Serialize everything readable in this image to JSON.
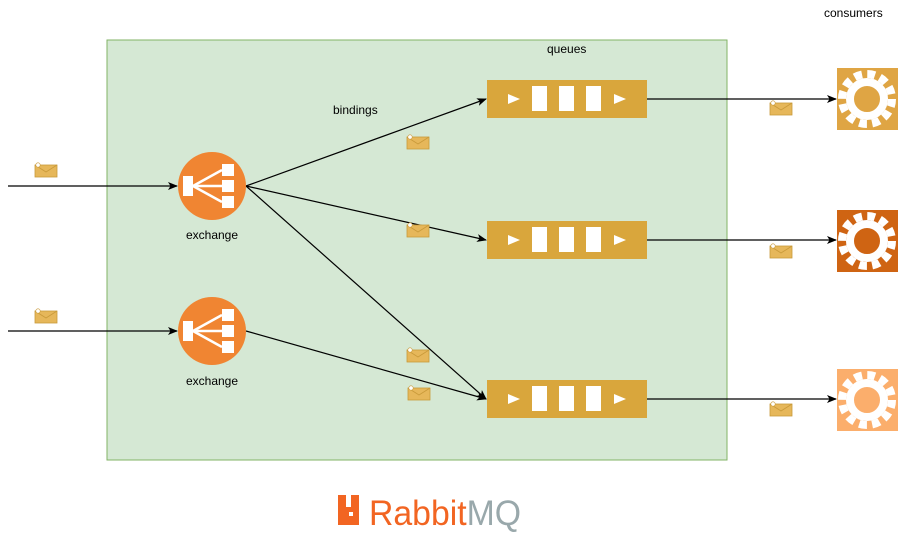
{
  "labels": {
    "consumers": "consumers",
    "queues": "queues",
    "bindings": "bindings",
    "exchange_1": "exchange",
    "exchange_2": "exchange"
  },
  "logo": {
    "text_rabbit": "Rabbit",
    "text_mq": "MQ"
  },
  "colors": {
    "region_fill": "#d5e8d4",
    "region_stroke": "#82b366",
    "exchange": "#f08532",
    "queue": "#d9a63c",
    "envelope": "#e6b75a",
    "consumer_1": "#dfa544",
    "consumer_2": "#cf6413",
    "consumer_3": "#fbae6c",
    "logo_orange": "#f26522",
    "logo_gray": "#99a8ab"
  },
  "icons": {
    "exchange": "fanout-exchange-icon",
    "queue": "queue-icon",
    "consumer": "gear-icon",
    "message": "envelope-icon"
  }
}
